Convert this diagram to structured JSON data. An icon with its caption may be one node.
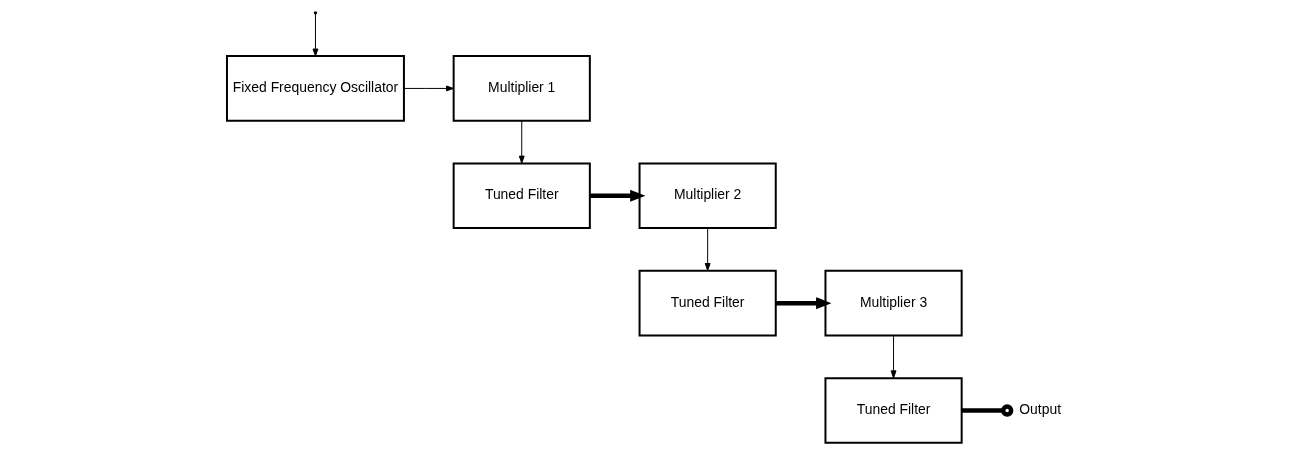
{
  "diagram": {
    "nodes": [
      {
        "text": [
          "Fixed Frequency Oscillator"
        ]
      },
      {
        "text": [
          "Multiplier 1"
        ]
      },
      {
        "text": [
          "Tuned Filter"
        ]
      },
      {
        "text": [
          "Multiplier 2"
        ]
      },
      {
        "text": [
          "Tuned Filter"
        ]
      },
      {
        "text": [
          "Multiplier 3"
        ]
      },
      {
        "text": [
          "Tuned Filter"
        ]
      },
      {
        "text": [
          "Output"
        ]
      }
    ],
    "edges": [
      {
        "from": null,
        "to": 0,
        "arrow": "to"
      },
      {
        "from": 0,
        "to": 1,
        "arrow": "to"
      },
      {
        "from": 1,
        "to": 2,
        "arrow": "to"
      },
      {
        "from": 2,
        "to": 3,
        "arrow": "to",
        "style": "thick"
      },
      {
        "from": 3,
        "to": 4,
        "arrow": "to"
      },
      {
        "from": 4,
        "to": 5,
        "arrow": "to",
        "style": "thick"
      },
      {
        "from": 5,
        "to": 6,
        "arrow": "to"
      },
      {
        "from": 6,
        "to": 7,
        "arrow": "other",
        "style": "thick"
      }
    ]
  }
}
